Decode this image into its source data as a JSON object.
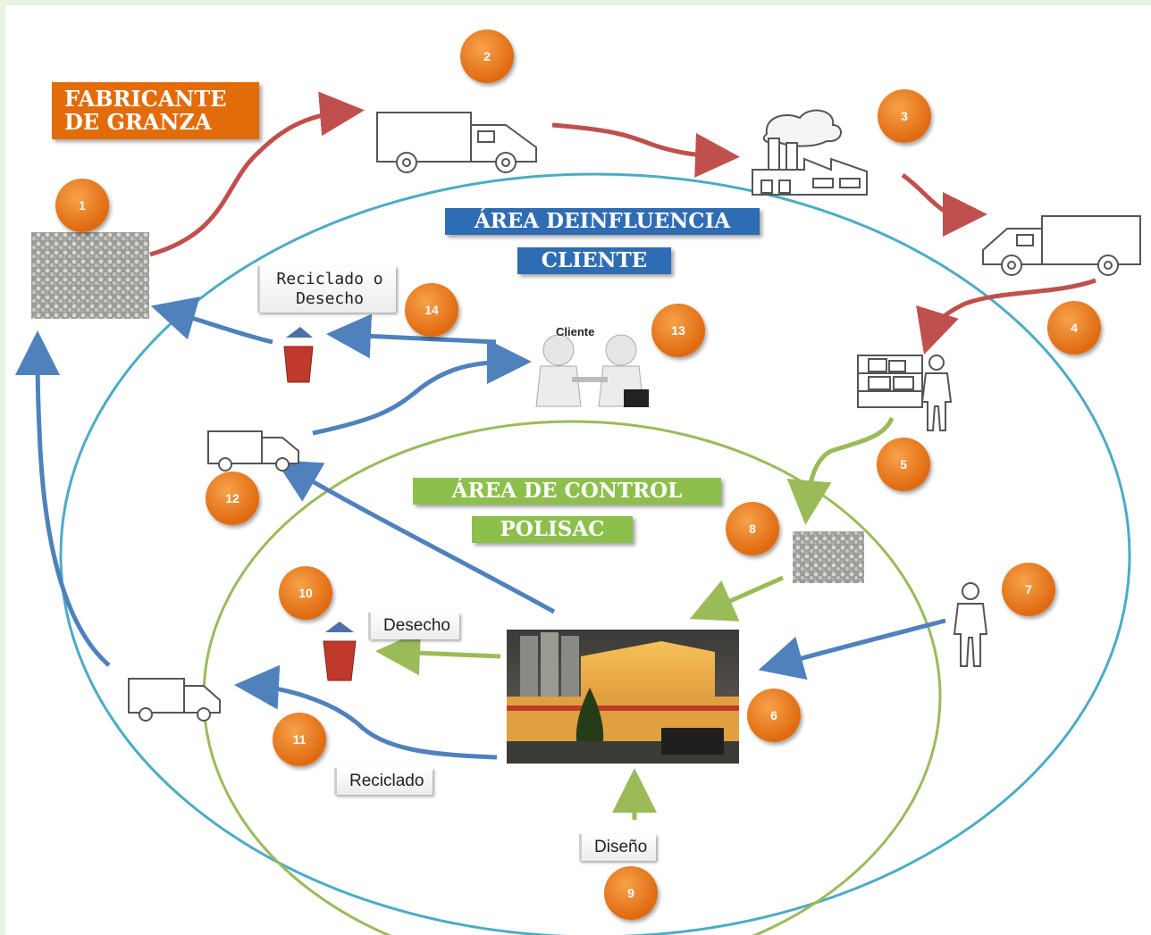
{
  "titles": {
    "fabricante_line1": "FABRICANTE",
    "fabricante_line2": "DE GRANZA",
    "cliente_line1": "ÁREA DEINFLUENCIA",
    "cliente_line2": "CLIENTE",
    "control_line1": "ÁREA DE CONTROL",
    "control_line2": "POLISAC"
  },
  "tags": {
    "reciclado_desecho_line1": "Reciclado o",
    "reciclado_desecho_line2": "Desecho",
    "desecho": "Desecho",
    "reciclado": "Reciclado",
    "diseno": "Diseño",
    "cliente_caption": "Cliente"
  },
  "badges": [
    "1",
    "2",
    "3",
    "4",
    "5",
    "6",
    "7",
    "8",
    "9",
    "10",
    "11",
    "12",
    "13",
    "14"
  ],
  "colors": {
    "orange": "#e36c0a",
    "blue_box": "#2e6db4",
    "green_box": "#8cbf4c",
    "arrow_red": "#c0504d",
    "arrow_blue": "#4f81bd",
    "arrow_green": "#9bbb59",
    "circle_blue": "#4bacc6",
    "circle_green": "#9bbb59"
  },
  "icons": [
    "granules-icon",
    "truck-icon",
    "factory-icon",
    "warehouse-worker-icon",
    "handshake-icon",
    "trash-bin-icon",
    "worker-icon",
    "plant-photo"
  ]
}
